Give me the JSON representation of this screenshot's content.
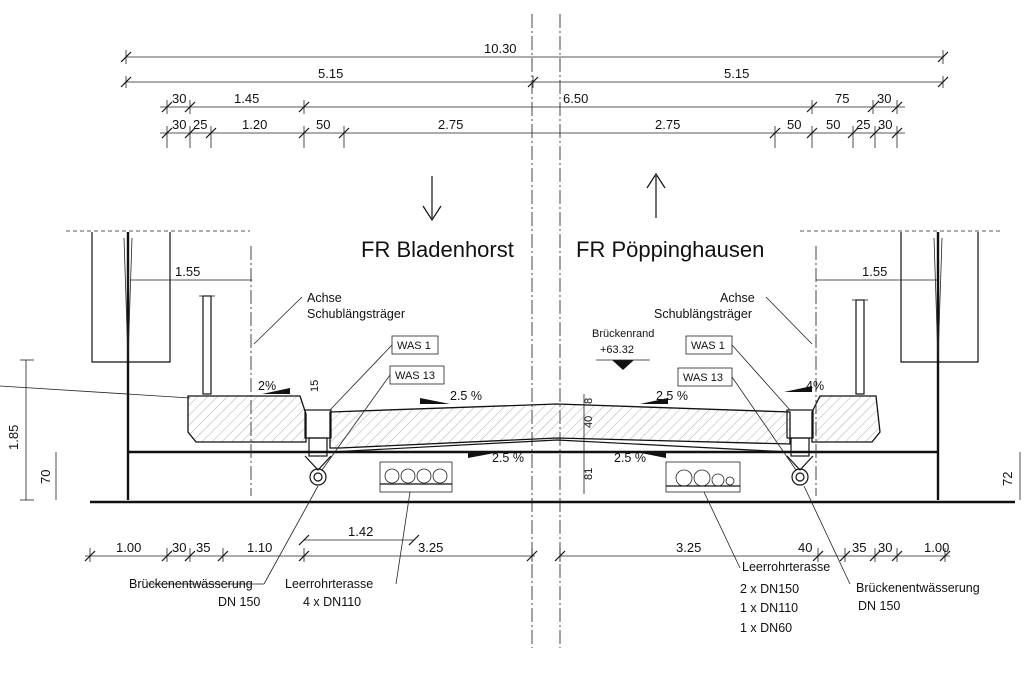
{
  "dimensions_top": {
    "total": "10.30",
    "half_left": "5.15",
    "half_right": "5.15",
    "row3": [
      "30",
      "1.45",
      "6.50",
      "75",
      "30"
    ],
    "row4": [
      "30",
      "25",
      "1.20",
      "50",
      "2.75",
      "2.75",
      "50",
      "50",
      "25",
      "30"
    ]
  },
  "directions": {
    "left": "FR Bladenhorst",
    "right": "FR Pöppinghausen"
  },
  "labels": {
    "offset_left": "1.55",
    "offset_right": "1.55",
    "achse_left_1": "Achse",
    "achse_left_2": "Schublängsträger",
    "achse_right_1": "Achse",
    "achse_right_2": "Schublängsträger",
    "was1_left": "WAS 1",
    "was13_left": "WAS 13",
    "was1_right": "WAS 1",
    "was13_right": "WAS 13",
    "brueckenrand": "Brückenrand",
    "brueckenrand_level": "+63.32",
    "slope_cap_left": "2%",
    "slope_cap_right": "4%",
    "slope_top_left": "2.5 %",
    "slope_top_right": "2.5 %",
    "slope_bot_left": "2.5 %",
    "slope_bot_right": "2.5 %",
    "thick_15": "15",
    "thick_8": "8",
    "thick_40": "40",
    "thick_81": "81",
    "left_185": "1.85",
    "left_70": "70",
    "right_72": "72"
  },
  "dimensions_bottom": {
    "left": [
      "1.00",
      "30",
      "35",
      "1.10",
      "3.25"
    ],
    "left_sub": "1.42",
    "right": [
      "3.25",
      "40",
      "35",
      "30",
      "1.00"
    ]
  },
  "notes": {
    "drain_left_1": "Brückenentwässerung",
    "drain_left_2": "DN 150",
    "conduit_left_1": "Leerrohrterasse",
    "conduit_left_2": "4 x DN110",
    "conduit_right_1": "Leerrohrterasse",
    "conduit_right_2": "2 x DN150",
    "conduit_right_3": "1 x DN110",
    "conduit_right_4": "1 x DN60",
    "drain_right_1": "Brückenentwässerung",
    "drain_right_2": "DN 150"
  }
}
